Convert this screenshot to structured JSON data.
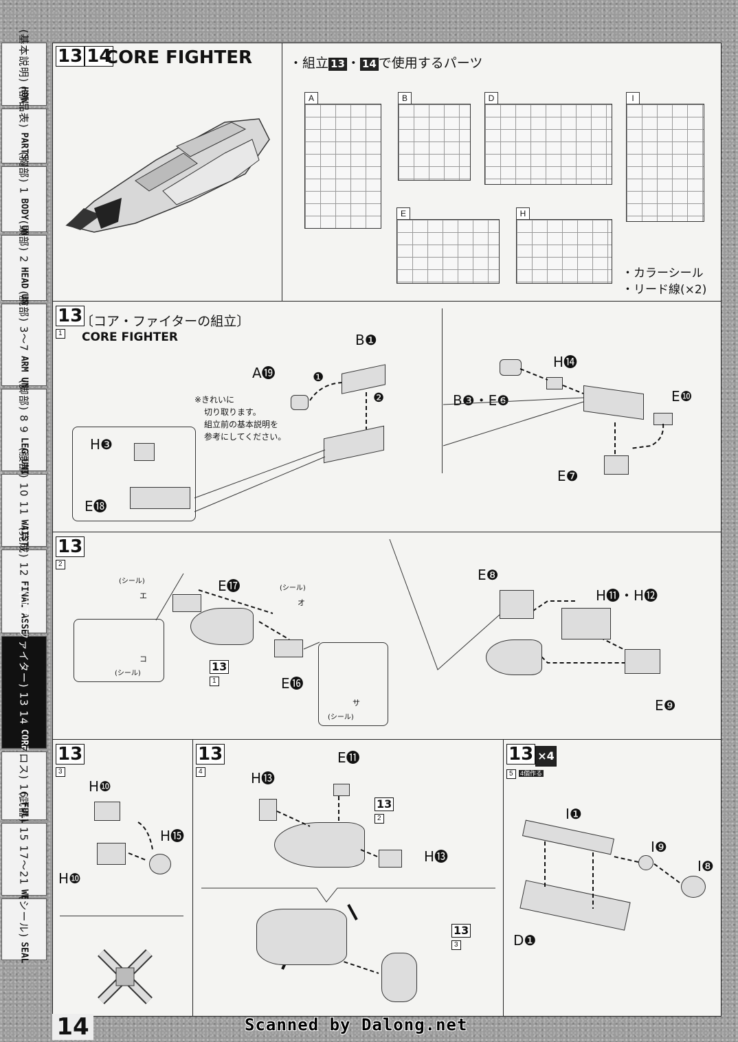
{
  "sidebar": {
    "tabs": [
      {
        "jp": "(基本説明)",
        "en": "HOW TO"
      },
      {
        "jp": "(部品表)",
        "en": "PARTS LIST"
      },
      {
        "jp": "(胸部) 1",
        "en": "BODY UNIT"
      },
      {
        "jp": "(頭部) 2",
        "en": "HEAD UNIT"
      },
      {
        "jp": "(腕部) 3〜7",
        "en": "ARM UNIT"
      },
      {
        "jp": "(脚部) 8 9",
        "en": "LEG UNIT"
      },
      {
        "jp": "(腰部) 10 11",
        "en": "WAIST UNIT"
      },
      {
        "jp": "(完成) 12",
        "en": "FINAL ASSEMBLE"
      },
      {
        "jp": "(コア・ファイター) 13 14",
        "en": "CORE FIGHTER"
      },
      {
        "jp": "(フルクロス) 16",
        "en": "FULL CLOTH"
      },
      {
        "jp": "(武器) 15 17〜21",
        "en": "WEAPONS"
      },
      {
        "jp": "(シール)",
        "en": "SEAL"
      }
    ]
  },
  "header": {
    "step1": "13",
    "step2": "14",
    "title": "CORE FIGHTER"
  },
  "parts_used": {
    "title_pre": "・組立",
    "title_step1": "13",
    "title_sep": "・",
    "title_step2": "14",
    "title_post": "で使用するパーツ",
    "runners": [
      "A",
      "B",
      "D",
      "I",
      "E",
      "H"
    ],
    "extras": [
      "・カラーシール",
      "・リード線(×2)"
    ]
  },
  "step13_1": {
    "step": "13",
    "sub": "1",
    "title_jp": "〔コア・ファイターの組立〕",
    "title_en": "CORE FIGHTER",
    "labels": [
      "B❶",
      "A⓳",
      "H❸",
      "E⓲",
      "B❸・E❻",
      "H⓮",
      "E❿",
      "E❼",
      "❶",
      "❷"
    ],
    "note": [
      "※きれいに",
      "切り取ります。",
      "組立前の基本説明を",
      "参考にしてください。"
    ]
  },
  "step13_2": {
    "step": "13",
    "sub": "2",
    "labels": [
      "E⓱",
      "E⓰",
      "E❽",
      "H⓫・H⓬",
      "E❾"
    ],
    "seal": "(シール)",
    "seal_marks": [
      "エ",
      "オ",
      "コ",
      "サ"
    ],
    "ref": "13",
    "ref_sub": "1"
  },
  "step13_3": {
    "step": "13",
    "sub": "3",
    "labels": [
      "H❿",
      "H⓯",
      "H❿"
    ]
  },
  "step13_4": {
    "step": "13",
    "sub": "4",
    "labels": [
      "H⓭",
      "E⓫",
      "H⓭"
    ],
    "ref_a": "13",
    "ref_a_sub": "2",
    "ref_b": "13",
    "ref_b_sub": "3"
  },
  "step13_5": {
    "step": "13",
    "sub": "5",
    "mult": "×4",
    "mult_note": "4個作る",
    "labels": [
      "I❶",
      "I❾",
      "I❽",
      "D❶"
    ]
  },
  "footer": {
    "page": "14",
    "credit": "Scanned by Dalong.net"
  }
}
